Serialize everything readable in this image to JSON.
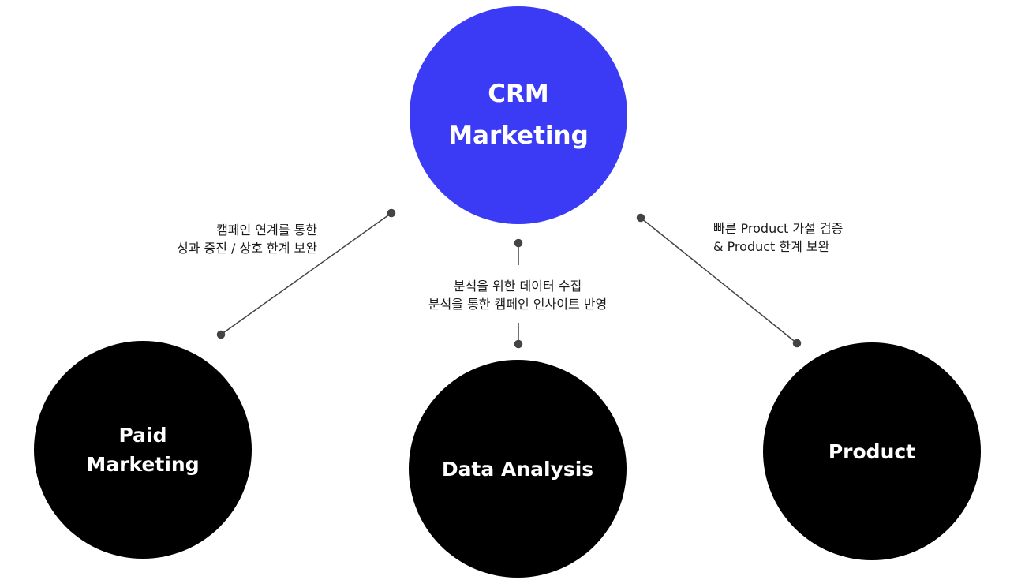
{
  "nodes": {
    "center": {
      "line1": "CRM",
      "line2": "Marketing",
      "color": "#3b3bf5"
    },
    "left": {
      "line1": "Paid",
      "line2": "Marketing",
      "color": "#000000"
    },
    "middle": {
      "label": "Data Analysis",
      "color": "#000000"
    },
    "right": {
      "label": "Product",
      "color": "#000000"
    }
  },
  "edges": {
    "left": {
      "line1": "캠페인 연계를 통한",
      "line2": "성과 증진 / 상호 한계 보완"
    },
    "middle": {
      "line1": "분석을 위한 데이터 수집",
      "line2": "분석을 통한 캠페인 인사이트 반영"
    },
    "right": {
      "line1": "빠른 Product 가설 검증",
      "line2": "& Product 한계 보완"
    }
  },
  "connector_color": "#444444"
}
